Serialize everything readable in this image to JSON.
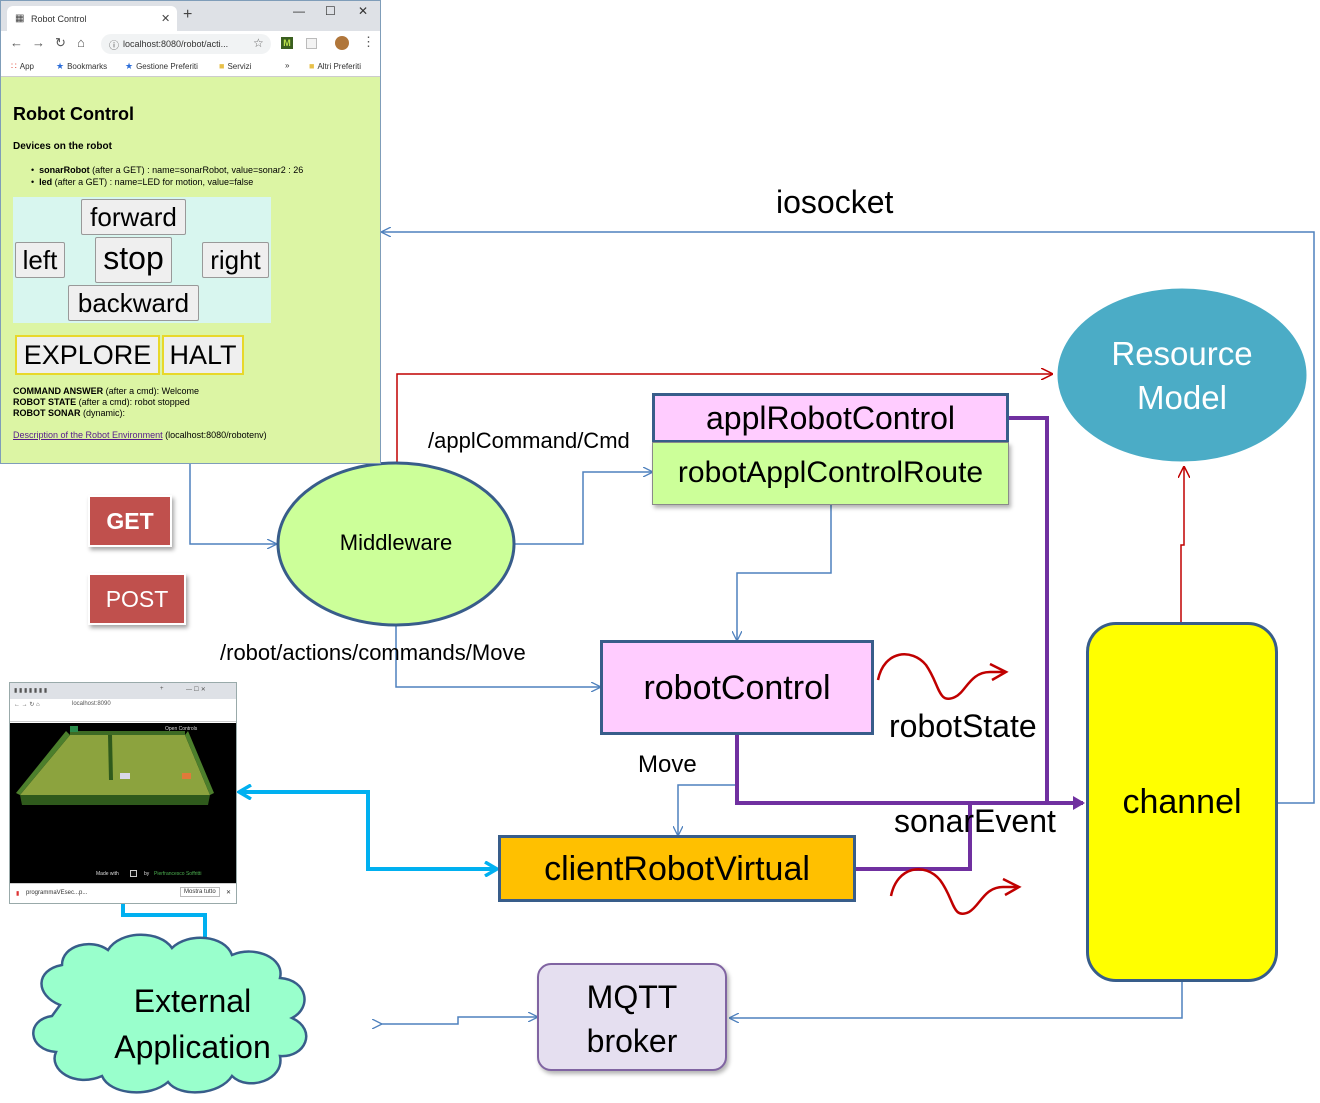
{
  "browser": {
    "tab_title": "Robot Control",
    "url": "localhost:8080/robot/acti...",
    "bookmarks": [
      "App",
      "Bookmarks",
      "Gestione Preferiti",
      "Servizi",
      "»",
      "Altri Preferiti"
    ],
    "page_title": "Robot Control",
    "devices_title": "Devices on the robot",
    "devices": [
      {
        "name": "sonarRobot",
        "text": " (after a GET) : name=sonarRobot, value=sonar2 : 26"
      },
      {
        "name": "led",
        "text": " (after a GET) : name=LED for motion, value=false"
      }
    ],
    "buttons": {
      "forward": "forward",
      "left": "left",
      "stop": "stop",
      "right": "right",
      "backward": "backward",
      "explore": "EXPLORE",
      "halt": "HALT"
    },
    "status": [
      {
        "key": "COMMAND ANSWER",
        "text": " (after a cmd): Welcome"
      },
      {
        "key": "ROBOT STATE",
        "text": " (after a cmd): robot stopped"
      },
      {
        "key": "ROBOT SONAR",
        "text": " (dynamic):"
      }
    ],
    "env_link": "Description of the Robot Environment",
    "env_link_suffix": " (localhost:8080/robotenv)"
  },
  "diagram": {
    "iosocket": "iosocket",
    "get": "GET",
    "post": "POST",
    "middleware": "Middleware",
    "appl_command": "/applCommand/Cmd",
    "robot_actions": "/robot/actions/commands/Move",
    "appl_robot_control": "applRobotControl",
    "robot_appl_control_route": "robotApplControlRoute",
    "robot_control": "robotControl",
    "robot_state": "robotState",
    "move": "Move",
    "sonar_event": "sonarEvent",
    "client_robot_virtual": "clientRobotVirtual",
    "channel": "channel",
    "resource_model_line1": "Resource",
    "resource_model_line2": "Model",
    "mqtt_line1": "MQTT",
    "mqtt_line2": "broker",
    "external_line1": "External",
    "external_line2": "Application"
  },
  "virtual": {
    "url": "localhost:8090",
    "open_controls": "Open Controls",
    "made_with": "Made with",
    "by": "by",
    "author": "Pierfrancesco Soffritti",
    "download_file": "programmaVEsec...p...",
    "show_all": "Mostra tutto"
  },
  "colors": {
    "light_green": "#ccff99",
    "pink": "#ffccff",
    "orange": "#ffc000",
    "yellow": "#ffff00",
    "resource_blue": "#4bacc6",
    "mqtt_purple": "#e5dff0",
    "cloud_teal": "#99ffcc",
    "http_red": "#c0504d",
    "blue_line": "#4f81bd",
    "red_line": "#c00000",
    "purple_line": "#7030a0",
    "cyan_line": "#00b0f0"
  }
}
